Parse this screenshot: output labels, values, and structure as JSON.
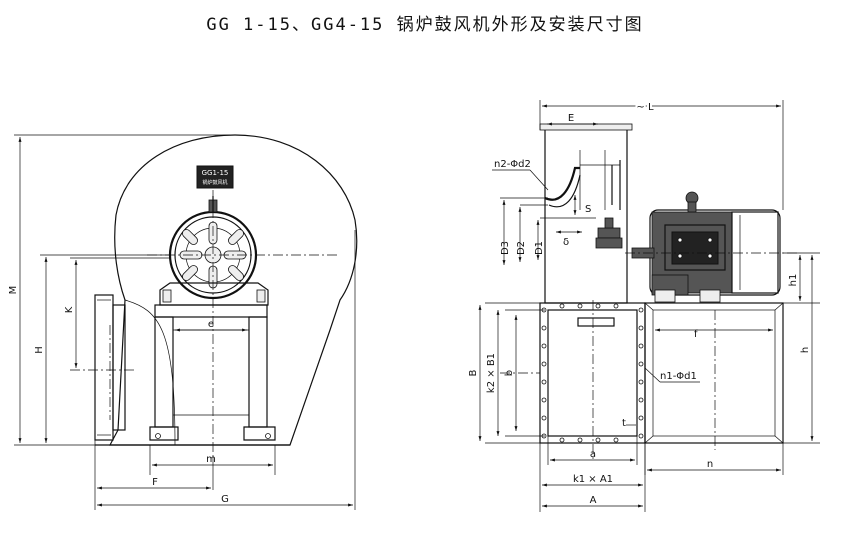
{
  "title": "GG 1-15、GG4-15  锅炉鼓风机外形及安装尺寸图",
  "nameplate": {
    "model": "GG1-15",
    "subtitle": "锅炉鼓风机"
  },
  "left_view": {
    "dimensions": {
      "M": "M",
      "H": "H",
      "K": "K",
      "e": "e",
      "m": "m",
      "F": "F",
      "G": "G"
    }
  },
  "right_view": {
    "dimensions": {
      "L": "~ L",
      "E": "E",
      "n2d2": "n2-Φd2",
      "S": "S",
      "delta": "δ",
      "D3": "D3",
      "D2": "D2",
      "D1": "D1",
      "h1": "h1",
      "h": "h",
      "B": "B",
      "k2B1": "k2 × B1",
      "b": "b",
      "n1d1": "n1-Φd1",
      "t": "t",
      "f": "f",
      "a": "a",
      "k1A1": "k1 × A1",
      "A": "A",
      "n": "n"
    }
  }
}
